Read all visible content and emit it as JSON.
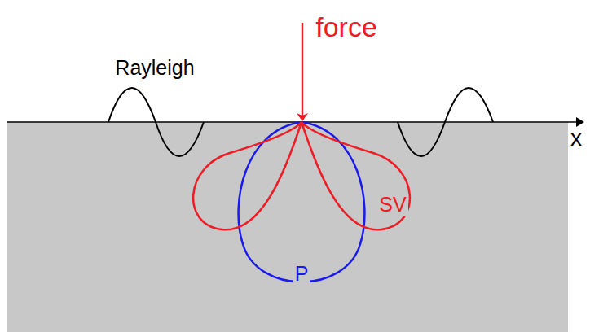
{
  "diagram": {
    "labels": [
      "force",
      "Rayleigh",
      "SV",
      "P",
      "x"
    ]
  }
}
